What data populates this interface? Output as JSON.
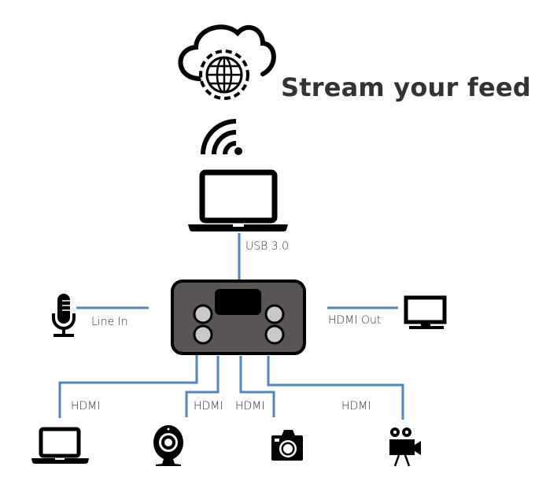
{
  "title": "Stream your feed",
  "colors": {
    "line": "#4f85c0",
    "device_body": "#5a5555",
    "icon": "#000000",
    "knob": "#c9c9c9",
    "text": "#333333"
  },
  "nodes": {
    "cloud": {
      "icon": "cloud-globe-icon"
    },
    "wifi": {
      "icon": "wifi-icon"
    },
    "laptop_top": {
      "icon": "laptop-icon"
    },
    "device": {
      "icon": "capture-device-icon"
    },
    "microphone": {
      "icon": "microphone-icon"
    },
    "monitor": {
      "icon": "monitor-icon"
    },
    "laptop_bottom": {
      "icon": "laptop-icon"
    },
    "webcam": {
      "icon": "webcam-icon"
    },
    "camera": {
      "icon": "camera-icon"
    },
    "video_camera": {
      "icon": "video-camera-icon"
    }
  },
  "connections": {
    "usb": "USB 3.0",
    "line_in": "Line In",
    "hdmi_out": "HDMI Out",
    "hdmi_1": "HDMI",
    "hdmi_2": "HDMI",
    "hdmi_3": "HDMI",
    "hdmi_4": "HDMI"
  }
}
